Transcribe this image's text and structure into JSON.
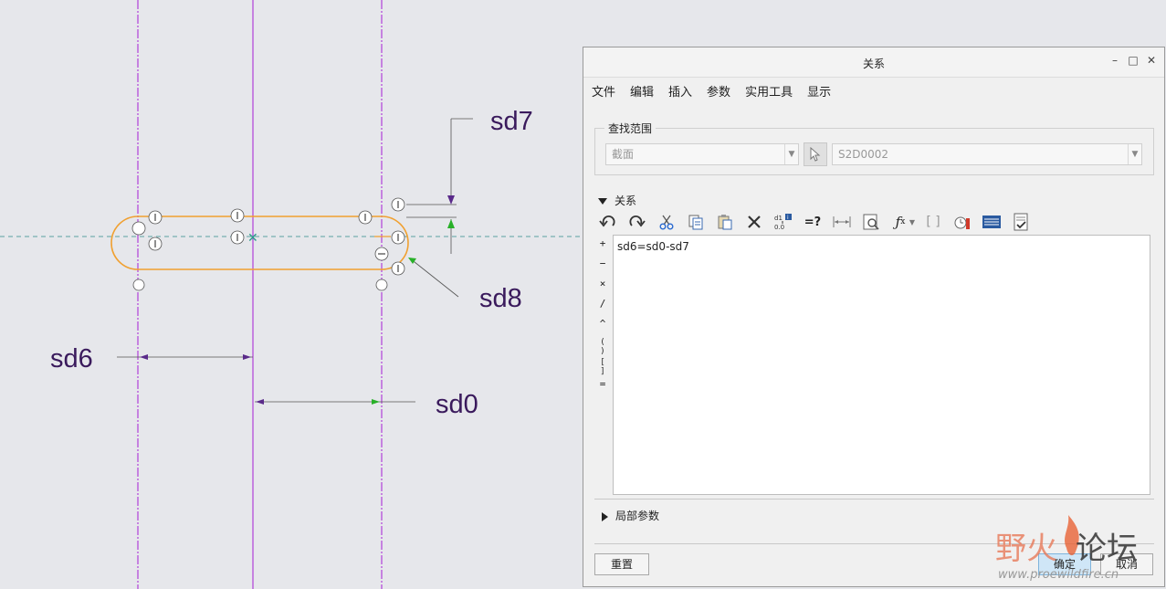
{
  "sketch": {
    "dimensions": [
      "sd7",
      "sd8",
      "sd6",
      "sd0"
    ]
  },
  "dialog": {
    "title": "关系",
    "window_controls": [
      "–",
      "□",
      "✕"
    ],
    "menu": [
      "文件",
      "编辑",
      "插入",
      "参数",
      "实用工具",
      "显示"
    ],
    "search_scope": {
      "label": "查找范围",
      "scope_value": "截面",
      "object_value": "S2D0002"
    },
    "relations_section": "关系",
    "toolbar_icons": [
      "undo-icon",
      "redo-icon",
      "cut-icon",
      "copy-icon",
      "paste-icon",
      "delete-icon",
      "switch-dimensions-icon",
      "evaluate-icon",
      "show-dimension-icon",
      "insert-from-file-icon",
      "function-icon",
      "function-dropdown-icon",
      "brackets-icon",
      "parameter-icon",
      "sort-icon",
      "verify-icon"
    ],
    "operators": [
      "+",
      "−",
      "×",
      "/",
      "^",
      "( )",
      "[ ]",
      "="
    ],
    "relation_text": "sd6=sd0-sd7",
    "local_params_section": "局部参数",
    "buttons": {
      "reset": "重置",
      "ok": "确定",
      "cancel": "取消"
    }
  },
  "watermark": {
    "text": "野火论坛",
    "url": "www.proewildfire.cn"
  },
  "colors": {
    "centerline": "#b040d8",
    "sketch": "#f0a030",
    "dimension_text": "#3a1a5c",
    "dialog_bg": "#f0f0f0"
  }
}
